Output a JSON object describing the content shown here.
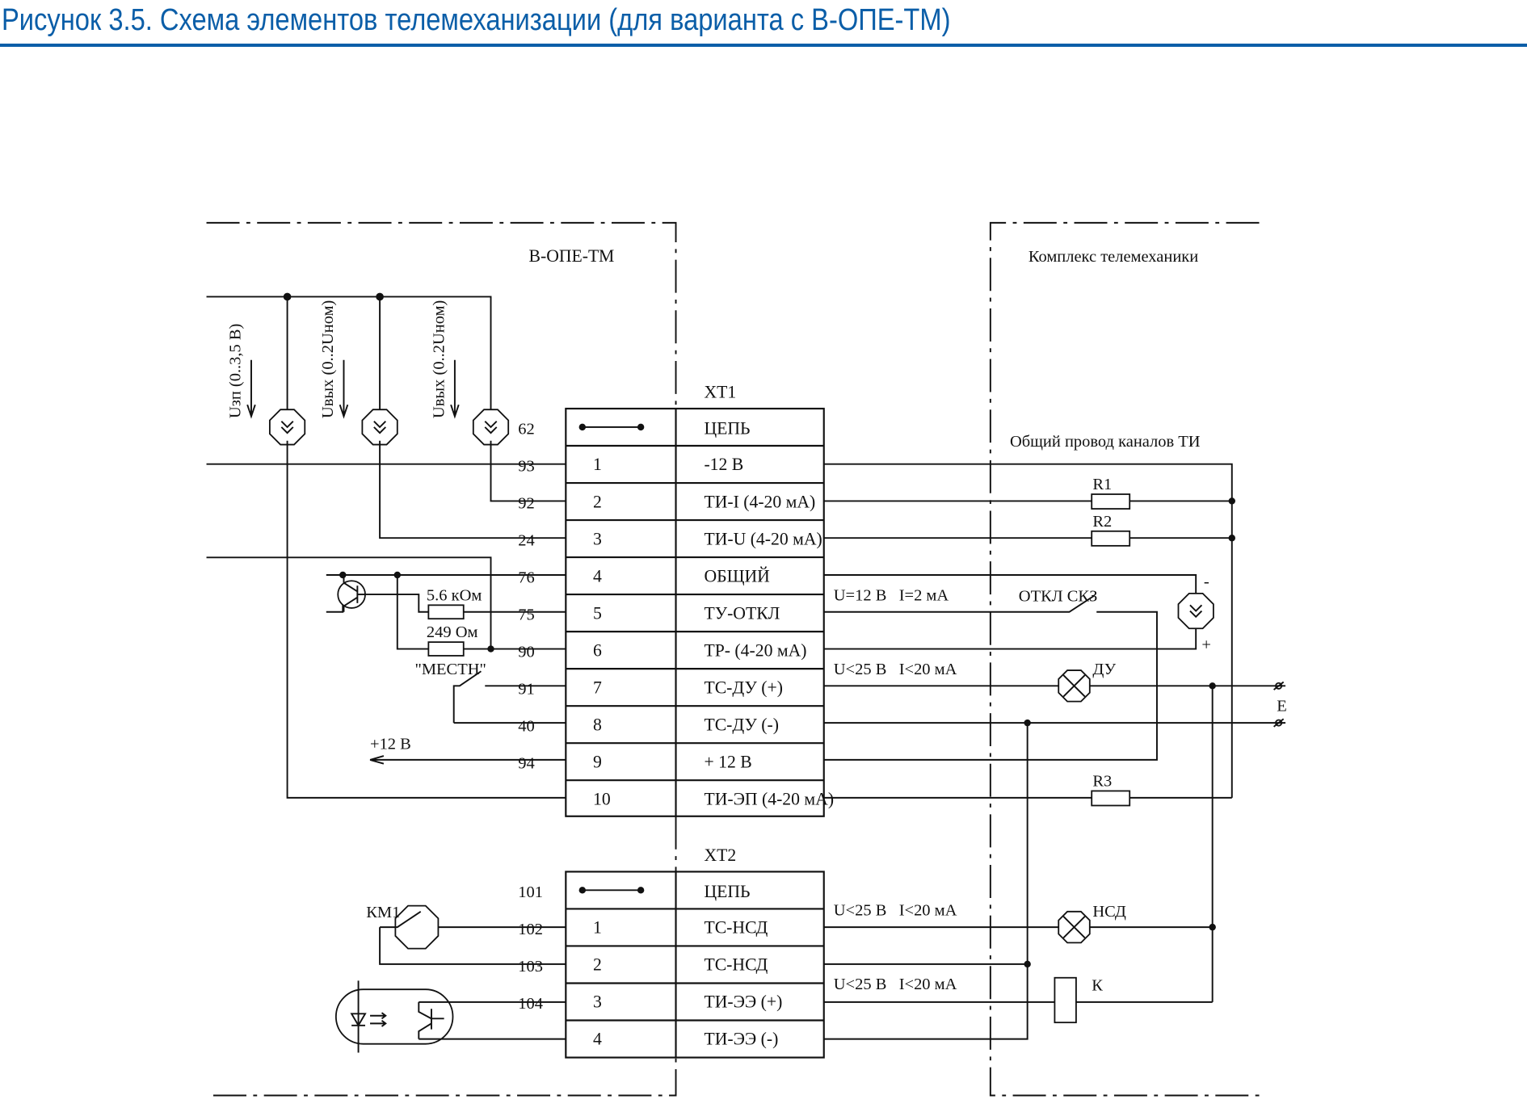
{
  "title": "Рисунок 3.5. Схема элементов телемеханизации (для варианта с В-ОПЕ-ТМ)",
  "colors": {
    "title": "#0b5ea8",
    "line": "#111111"
  },
  "blocks": {
    "left_label": "В-ОПЕ-ТМ",
    "right_label": "Комплекс телемеханики"
  },
  "sources": [
    {
      "label": "Uзп (0..3,5 В)",
      "icon": "current-source-icon"
    },
    {
      "label": "Uвых (0..2Uном)",
      "icon": "current-source-icon"
    },
    {
      "label": "Uвых (0..2Uном)",
      "icon": "current-source-icon"
    }
  ],
  "xt1": {
    "name": "XT1",
    "header": "ЦЕПЬ",
    "rows": [
      {
        "pin": "1",
        "signal": "-12 В",
        "wire": "62"
      },
      {
        "pin": "2",
        "signal": "ТИ-I (4-20 мА)",
        "wire": "93"
      },
      {
        "pin": "3",
        "signal": "ТИ-U (4-20 мА)",
        "wire": "92"
      },
      {
        "pin": "4",
        "signal": "ОБЩИЙ",
        "wire": "24"
      },
      {
        "pin": "5",
        "signal": "ТУ-ОТКЛ",
        "wire": "76"
      },
      {
        "pin": "6",
        "signal": "ТР- (4-20 мА)",
        "wire": "75"
      },
      {
        "pin": "7",
        "signal": "ТС-ДУ (+)",
        "wire": "90"
      },
      {
        "pin": "8",
        "signal": "ТС-ДУ (-)",
        "wire": "91"
      },
      {
        "pin": "9",
        "signal": "+ 12 В",
        "wire": "40"
      },
      {
        "pin": "10",
        "signal": "ТИ-ЭП (4-20 мА)",
        "wire": "94"
      }
    ]
  },
  "xt2": {
    "name": "XT2",
    "header": "ЦЕПЬ",
    "rows": [
      {
        "pin": "1",
        "signal": "ТС-НСД",
        "wire": "101"
      },
      {
        "pin": "2",
        "signal": "ТС-НСД",
        "wire": "102"
      },
      {
        "pin": "3",
        "signal": "ТИ-ЭЭ (+)",
        "wire": "103"
      },
      {
        "pin": "4",
        "signal": "ТИ-ЭЭ (-)",
        "wire": "104"
      }
    ]
  },
  "components": {
    "r_5k6": "5.6 кОм",
    "r_249": "249 Ом",
    "local_switch": "\"МЕСТН\"",
    "plus12_arrow": "+12 В",
    "km1": "КМ1",
    "r1": "R1",
    "r2": "R2",
    "r3": "R3",
    "common_wire": "Общий провод каналов ТИ",
    "otkl_skz": "ОТКЛ СКЗ",
    "du_lamp": "ДУ",
    "nsd_lamp": "НСД",
    "relay_k": "К",
    "battery_e": "E",
    "minus": "-",
    "plus": "+"
  },
  "ratings": {
    "tu": "U=12 В   I=2 мА",
    "ts_du": "U<25 В   I<20 мА",
    "ts_nsd": "U<25 В   I<20 мА",
    "ti_ee": "U<25 В   I<20 мА"
  }
}
